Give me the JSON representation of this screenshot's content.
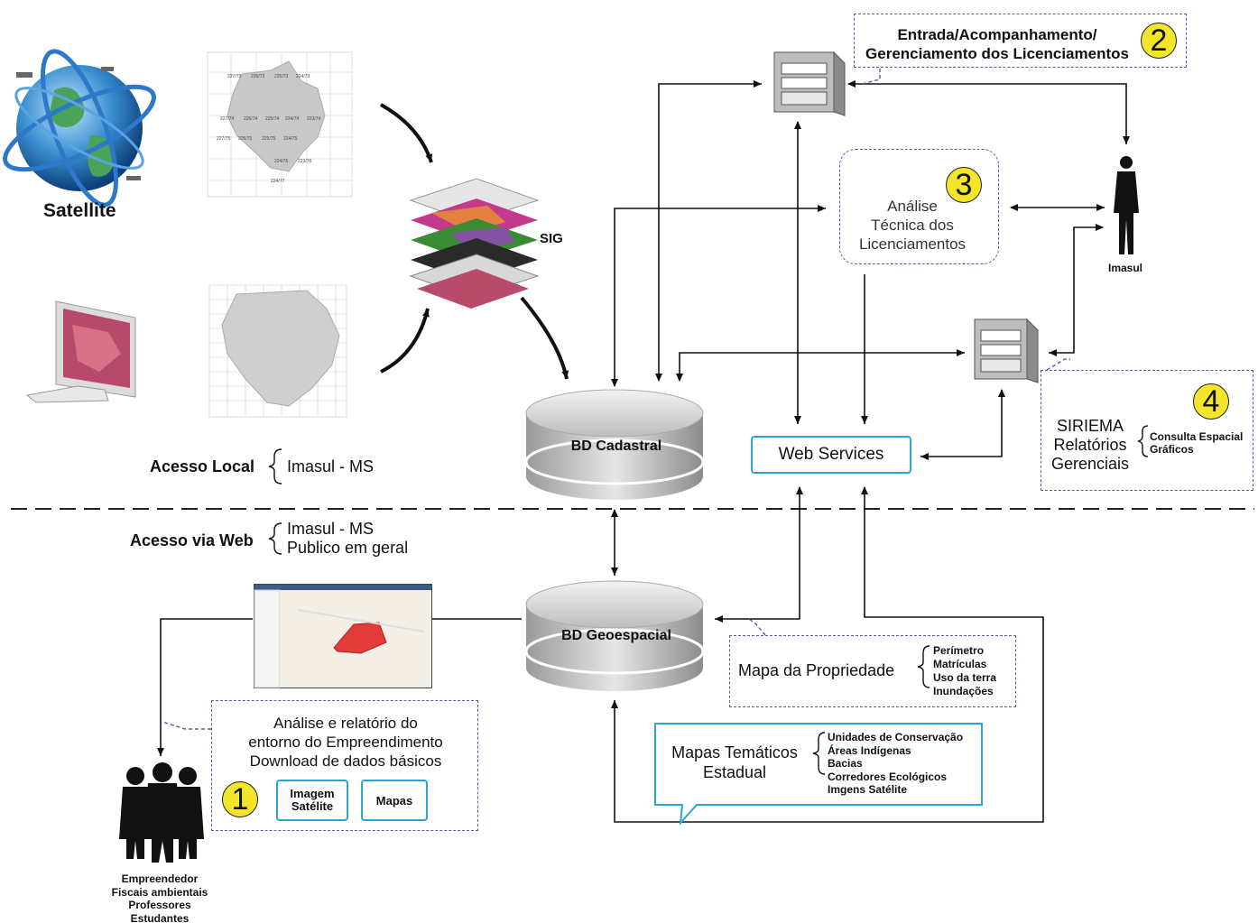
{
  "satellite": {
    "label": "Satellite"
  },
  "sig": {
    "label": "SIG"
  },
  "grid_top_tiles": [
    "227/73",
    "226/73",
    "225/73",
    "224/73",
    "227/74",
    "226/74",
    "225/74",
    "224/74",
    "223/74",
    "227/75",
    "226/75",
    "225/75",
    "224/75",
    "224/76",
    "223/76",
    "224/77"
  ],
  "acesso_local": {
    "label": "Acesso Local",
    "item": "Imasul - MS"
  },
  "acesso_web": {
    "label": "Acesso via Web",
    "items": [
      "Imasul - MS",
      "Publico em geral"
    ]
  },
  "bd_cadastral": {
    "label": "BD Cadastral"
  },
  "bd_geoespacial": {
    "label": "BD Geoespacial"
  },
  "web_services": {
    "label": "Web Services"
  },
  "box2": {
    "number": "2",
    "line1": "Entrada/Acompanhamento/",
    "line2": "Gerenciamento dos Licenciamentos"
  },
  "box3": {
    "number": "3",
    "line1": "Análise",
    "line2": "Técnica dos",
    "line3": "Licenciamentos"
  },
  "box4": {
    "number": "4",
    "title_lines": [
      "SIRIEMA",
      "Relatórios",
      "Gerenciais"
    ],
    "items": [
      "Consulta Espacial",
      "Gráficos"
    ]
  },
  "imasul": {
    "label": "Imasul"
  },
  "mapa_propriedade": {
    "label": "Mapa da Propriedade",
    "items": [
      "Perímetro",
      "Matrículas",
      "Uso da terra",
      "Inundações"
    ]
  },
  "mapas_tematicos": {
    "line1": "Mapas Temáticos",
    "line2": "Estadual",
    "items": [
      "Unidades de Conservação",
      "Áreas Indígenas",
      "Bacias",
      "Corredores Ecológicos",
      "Imgens Satélite"
    ]
  },
  "box1": {
    "number": "1",
    "line1": "Análise e relatório do",
    "line2": "entorno do Empreendimento",
    "line3": "Download de dados básicos",
    "btn_imagem_1": "Imagem",
    "btn_imagem_2": "Satélite",
    "btn_mapas": "Mapas"
  },
  "users": {
    "items": [
      "Empreendedor",
      "Fiscais ambientais",
      "Professores",
      "Estudantes"
    ]
  }
}
